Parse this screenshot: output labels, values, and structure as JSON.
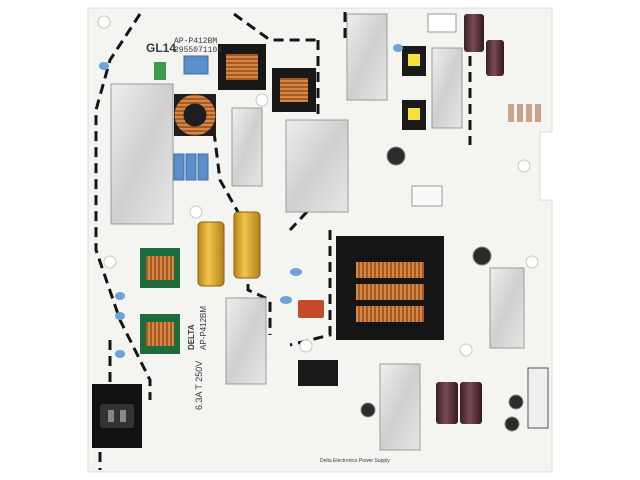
{
  "board": {
    "part_code": "GL14",
    "model": "AP-P412BM",
    "serial": "2955071104",
    "fuse_rating": "6.3A T 250V",
    "brand_left": "DELTA",
    "model_vertical": "AP-P412BM",
    "footer_text": "Delta Electronics Power Supply"
  },
  "colors": {
    "pcb": "#f4f4f1",
    "trace": "#161616",
    "heatsink": "#d9d9d9",
    "copper": "#b8672a",
    "capacitor_gold": "#e0ad2e",
    "capacitor_dark": "#4b2b32",
    "capacitor_blue": "#5b8fc9"
  }
}
